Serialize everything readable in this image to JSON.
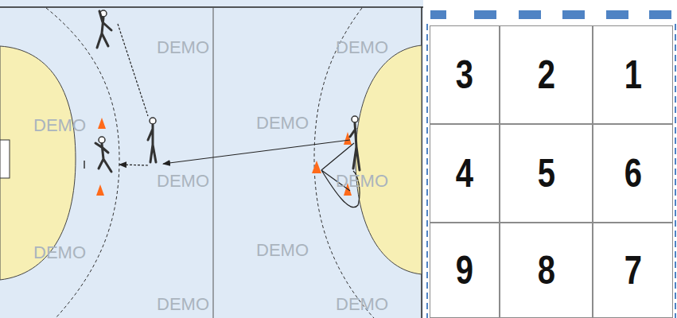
{
  "diagram": {
    "nodes": [
      {
        "text": [
          "3"
        ]
      },
      {
        "text": [
          "2"
        ]
      },
      {
        "text": [
          "1"
        ]
      },
      {
        "text": [
          "4"
        ]
      },
      {
        "text": [
          "5"
        ]
      },
      {
        "text": [
          "6"
        ]
      },
      {
        "text": [
          "9"
        ]
      },
      {
        "text": [
          "8"
        ]
      },
      {
        "text": [
          "7"
        ]
      }
    ],
    "labels": [
      "DEMO",
      "DEMO",
      "DEMO",
      "DEMO",
      "DEMO",
      "DEMO",
      "DEMO",
      "DEMO",
      "DEMO",
      "DEMO"
    ]
  }
}
